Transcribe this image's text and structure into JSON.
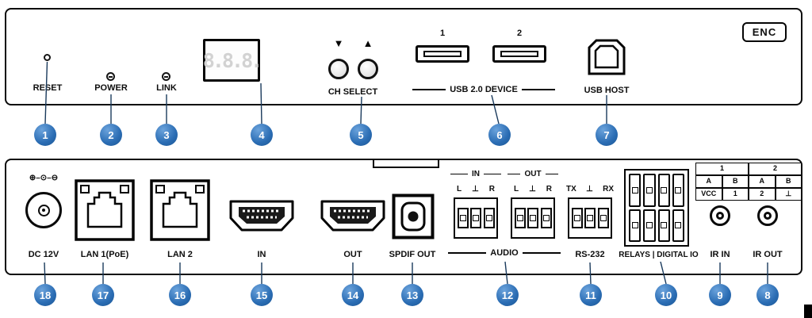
{
  "colors": {
    "callout_blue": "#2a6cb3",
    "leader_line": "#1a3a5c",
    "panel_border": "#0a0a0a"
  },
  "front": {
    "badge": "ENC",
    "reset_label": "RESET",
    "power_label": "POWER",
    "link_label": "LINK",
    "display_digits": [
      "8.",
      "8.",
      "8."
    ],
    "ch_down_icon": "▼",
    "ch_up_icon": "▲",
    "ch_select_label": "CH SELECT",
    "usb_port_1": "1",
    "usb_port_2": "2",
    "usb_device_label": "USB 2.0 DEVICE",
    "usb_host_label": "USB HOST"
  },
  "rear": {
    "dc_polarity": "⊕–⊙–⊖",
    "dc_label": "DC 12V",
    "lan1_label": "LAN 1(PoE)",
    "lan2_label": "LAN 2",
    "hdmi_in_label": "IN",
    "hdmi_out_label": "OUT",
    "spdif_label": "SPDIF OUT",
    "audio_in_title": "IN",
    "audio_out_title": "OUT",
    "audio_in_pins": [
      "L",
      "⊥",
      "R"
    ],
    "audio_out_pins": [
      "L",
      "⊥",
      "R"
    ],
    "audio_label": "AUDIO",
    "rs232_pins": [
      "TX",
      "⊥",
      "RX"
    ],
    "rs232_label": "RS-232",
    "relays_label": "RELAYS | DIGITAL IO",
    "pin_table": {
      "r1": [
        "1",
        "2"
      ],
      "r2": [
        "A",
        "B",
        "A",
        "B"
      ],
      "r3": [
        "VCC",
        "1",
        "2",
        "⊥"
      ]
    },
    "ir_in_label": "IR IN",
    "ir_out_label": "IR OUT"
  },
  "callouts_front": [
    "1",
    "2",
    "3",
    "4",
    "5",
    "6",
    "7"
  ],
  "callouts_rear": [
    "18",
    "17",
    "16",
    "15",
    "14",
    "13",
    "12",
    "11",
    "10",
    "9",
    "8"
  ]
}
